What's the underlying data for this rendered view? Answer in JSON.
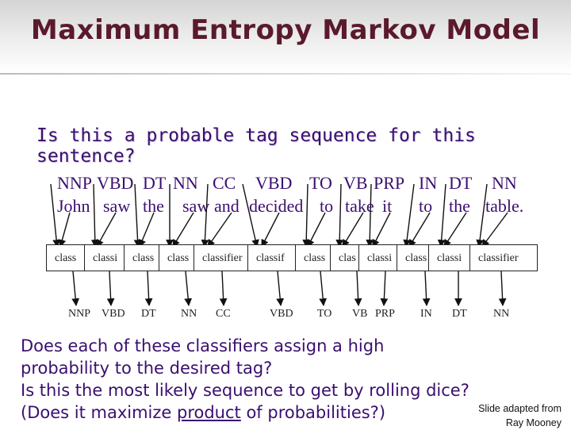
{
  "title": "Maximum Entropy Markov Model",
  "question": "Is this a probable tag sequence for this sentence?",
  "top_tags": [
    "NNP",
    "VBD",
    "DT",
    "NN",
    "CC",
    "VBD",
    "TO",
    "VB",
    "PRP",
    "IN",
    "DT",
    "NN"
  ],
  "words": [
    "John",
    "saw",
    "the",
    "saw",
    "and",
    "decided",
    "to",
    "take",
    "it",
    "to",
    "the",
    "table."
  ],
  "classifier_labels": [
    "class",
    "classi",
    "class",
    "class",
    "classifier",
    "classif",
    "class",
    "clas",
    "classi",
    "class",
    "classi",
    "classifier"
  ],
  "bottom_tags": [
    "NNP",
    "VBD",
    "DT",
    "NN",
    "CC",
    "VBD",
    "TO",
    "VB",
    "PRP",
    "IN",
    "DT",
    "NN"
  ],
  "body": {
    "line1": "Does each of these classifiers assign a high",
    "line2": "probability to the desired tag?",
    "line3": "Is this the most likely sequence to get by rolling dice?",
    "line4_pre": "(Does it maximize ",
    "line4_underlined": "product",
    "line4_post": " of probabilities?)"
  },
  "credit": {
    "line1": "Slide adapted from",
    "line2": "Ray Mooney"
  },
  "colors": {
    "title": "#5a1a2c",
    "text": "#3a0f70"
  }
}
